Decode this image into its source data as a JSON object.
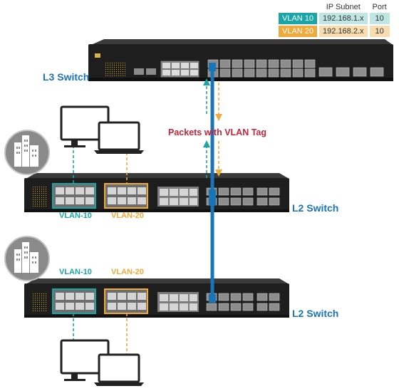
{
  "table": {
    "headers": [
      "",
      "IP Subnet",
      "Port"
    ],
    "rows": [
      {
        "vlan": "VLAN 10",
        "subnet": "192.168.1.x",
        "port": "10"
      },
      {
        "vlan": "VLAN 20",
        "subnet": "192.168.2.x",
        "port": "10"
      }
    ]
  },
  "labels": {
    "l3_switch": "L3 Switch",
    "l2_switch_top": "L2 Switch",
    "l2_switch_bottom": "L2 Switch",
    "packets": "Packets with VLAN Tag",
    "sw1_vlan10": "VLAN-10",
    "sw1_vlan20": "VLAN-20",
    "sw2_vlan10": "VLAN-10",
    "sw2_vlan20": "VLAN-20"
  },
  "colors": {
    "vlan10": "#18a6a6",
    "vlan20": "#f0a93b",
    "trunk": "#1a74b8",
    "packets_text": "#c0273a",
    "switch_body": "#1e1e1e",
    "building_bg": "#8a8a8a"
  },
  "icons": [
    "building-icon",
    "computer-icon",
    "laptop-icon",
    "network-switch-icon"
  ]
}
